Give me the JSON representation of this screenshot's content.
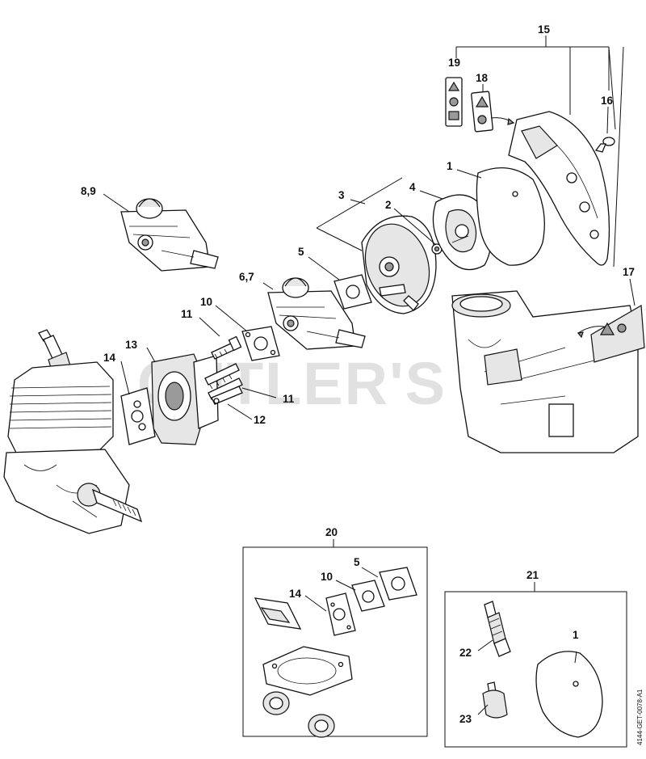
{
  "watermark": "CUTLER'S",
  "drawing_code": "4144-GET-0078-A1",
  "labels": {
    "l1": "1",
    "l1b": "1",
    "l3": "3",
    "l2": "2",
    "l4": "4",
    "l5": "5",
    "l5b": "5",
    "l67": "6,7",
    "l89": "8,9",
    "l10": "10",
    "l10b": "10",
    "l11a": "11",
    "l11b": "11",
    "l12": "12",
    "l13": "13",
    "l14": "14",
    "l14b": "14",
    "l15": "15",
    "l16": "16",
    "l17": "17",
    "l18": "18",
    "l19": "19",
    "l20": "20",
    "l21": "21",
    "l22": "22",
    "l23": "23"
  }
}
